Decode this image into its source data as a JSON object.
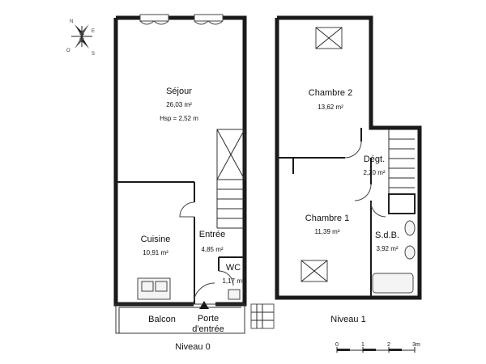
{
  "level0": {
    "title": "Niveau 0",
    "rooms": {
      "sejour": {
        "name": "Séjour",
        "area": "26,03 m²",
        "height": "Hsp = 2,52 m"
      },
      "cuisine": {
        "name": "Cuisine",
        "area": "10,91 m²"
      },
      "entree": {
        "name": "Entrée",
        "area": "4,85 m²"
      },
      "wc": {
        "name": "WC",
        "area": "1,17 m²"
      },
      "balcon": {
        "name": "Balcon"
      }
    },
    "entrance_label_line1": "Porte",
    "entrance_label_line2": "d'entrée"
  },
  "level1": {
    "title": "Niveau 1",
    "rooms": {
      "chambre2": {
        "name": "Chambre 2",
        "area": "13,62 m²"
      },
      "degt": {
        "name": "Dégt.",
        "area": "2,20 m²"
      },
      "chambre1": {
        "name": "Chambre 1",
        "area": "11,39 m²"
      },
      "sdb": {
        "name": "S.d.B.",
        "area": "3,92 m²"
      }
    }
  },
  "compass": {
    "n": "N",
    "e": "E",
    "s": "S",
    "o": "O"
  },
  "scale": {
    "ticks": [
      "0",
      "1",
      "2",
      "3m"
    ]
  },
  "colors": {
    "wall": "#1a1a1a",
    "background": "#ffffff"
  }
}
